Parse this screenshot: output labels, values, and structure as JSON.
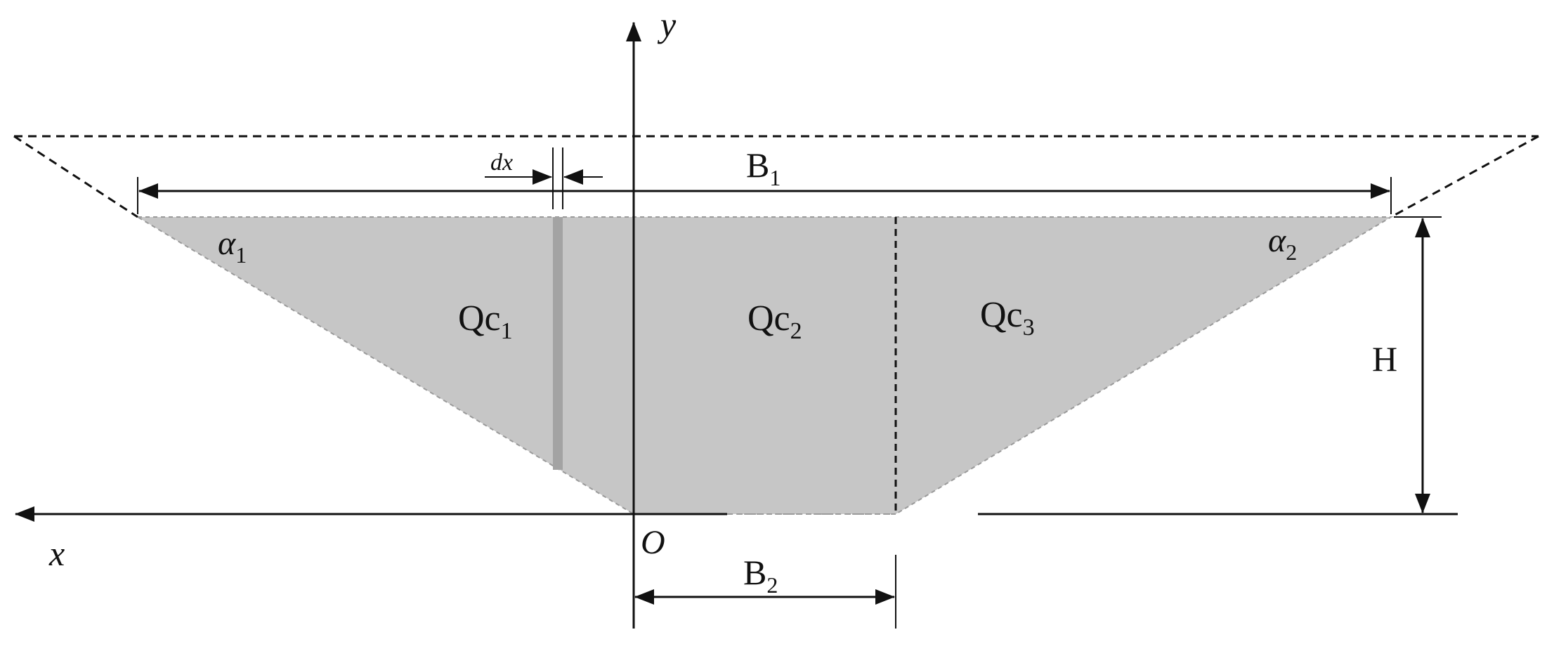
{
  "labels": {
    "y_axis": "y",
    "x_axis": "x",
    "origin": "O",
    "dx": "dx",
    "b1": {
      "main": "B",
      "sub": "1"
    },
    "b2": {
      "main": "B",
      "sub": "2"
    },
    "h": "H",
    "alpha1": {
      "main": "α",
      "sub": "1"
    },
    "alpha2": {
      "main": "α",
      "sub": "2"
    },
    "qc1": {
      "main": "Qc",
      "sub": "1"
    },
    "qc2": {
      "main": "Qc",
      "sub": "2"
    },
    "qc3": {
      "main": "Qc",
      "sub": "3"
    }
  },
  "colors": {
    "fill": "#c6c6c6",
    "strip": "#a3a3a3",
    "line": "#111111",
    "boundary": "#9a9a9a"
  }
}
